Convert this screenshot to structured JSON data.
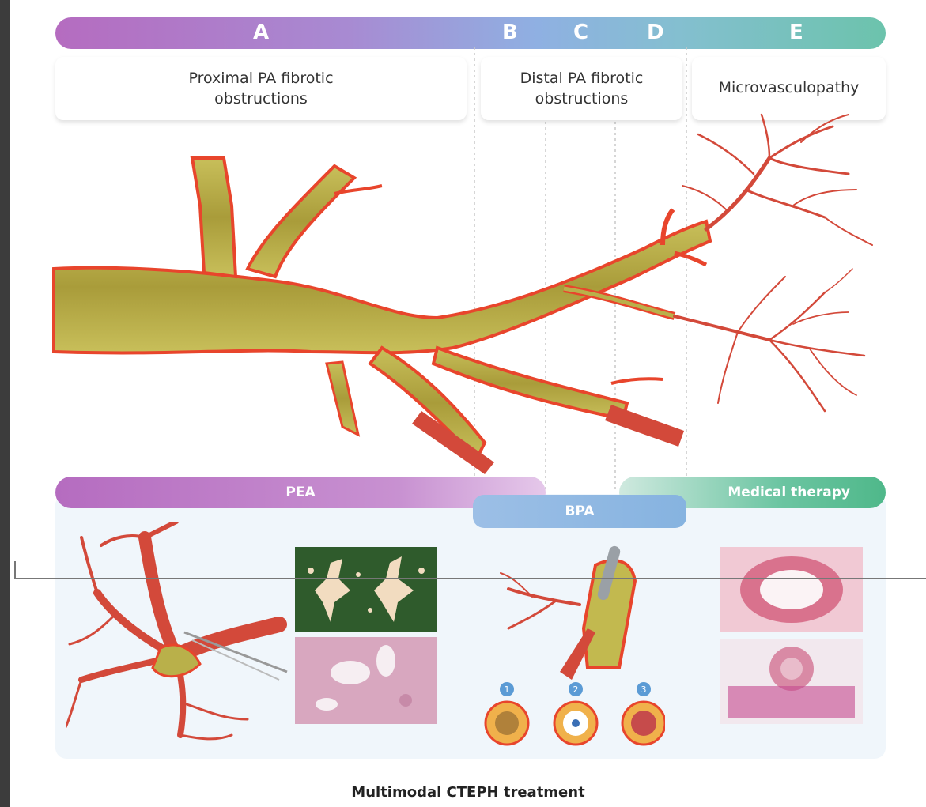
{
  "colors": {
    "header_gradient": [
      "#b56cc0",
      "#8fb0e2",
      "#6cc3ac"
    ],
    "pea_color": "#bd79c7",
    "bpa_color": "#8fb4e2",
    "medical_color": "#6cc5a2",
    "vessel_fill": "#b9b04a",
    "vessel_edge": "#e8452c",
    "vessel_red": "#d3493a"
  },
  "header_bar": {
    "letters": [
      "A",
      "B",
      "C",
      "D",
      "E"
    ]
  },
  "categories": {
    "proximal": "Proximal PA fibrotic obstructions",
    "proximal_line1": "Proximal PA fibrotic",
    "proximal_line2": "obstructions",
    "distal": "Distal PA fibrotic obstructions",
    "distal_line1": "Distal PA fibrotic",
    "distal_line2": "obstructions",
    "micro": "Microvasculopathy"
  },
  "treatments": {
    "pea": "PEA",
    "bpa": "BPA",
    "medical": "Medical therapy"
  },
  "bpa_steps": [
    "1",
    "2",
    "3"
  ],
  "footer": {
    "title": "Multimodal CTEPH treatment"
  }
}
